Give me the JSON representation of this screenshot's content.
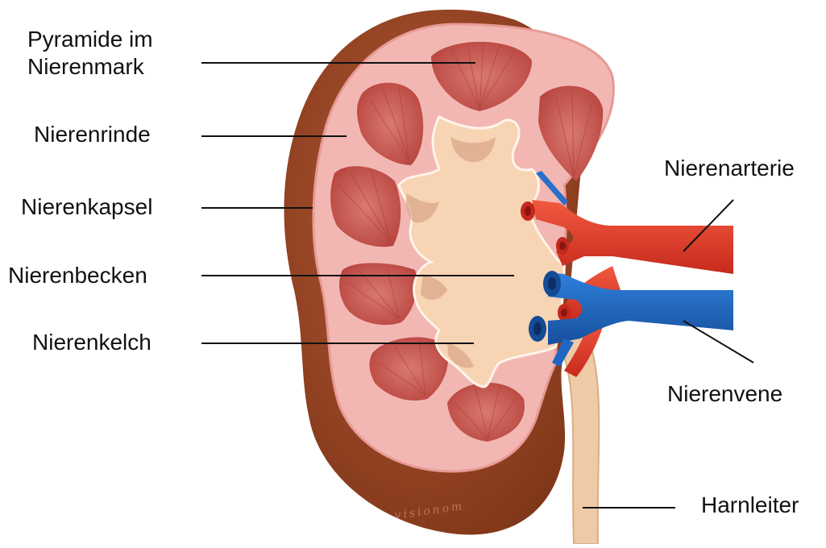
{
  "labels": {
    "pyramid_line1": "Pyramide im",
    "pyramid_line2": "Nierenmark",
    "cortex": "Nierenrinde",
    "capsule": "Nierenkapsel",
    "pelvis": "Nierenbecken",
    "calyx": "Nierenkelch",
    "artery": "Nierenarterie",
    "vein": "Nierenvene",
    "ureter": "Harnleiter"
  },
  "watermark": "visionom",
  "colors": {
    "capsule": "#9a4526",
    "cortex": "#f3b7b3",
    "pyramid": "#c95b55",
    "pelvis": "#f7d4b3",
    "artery": "#e8402c",
    "vein": "#1f67c2",
    "ureter": "#eecaa6"
  }
}
